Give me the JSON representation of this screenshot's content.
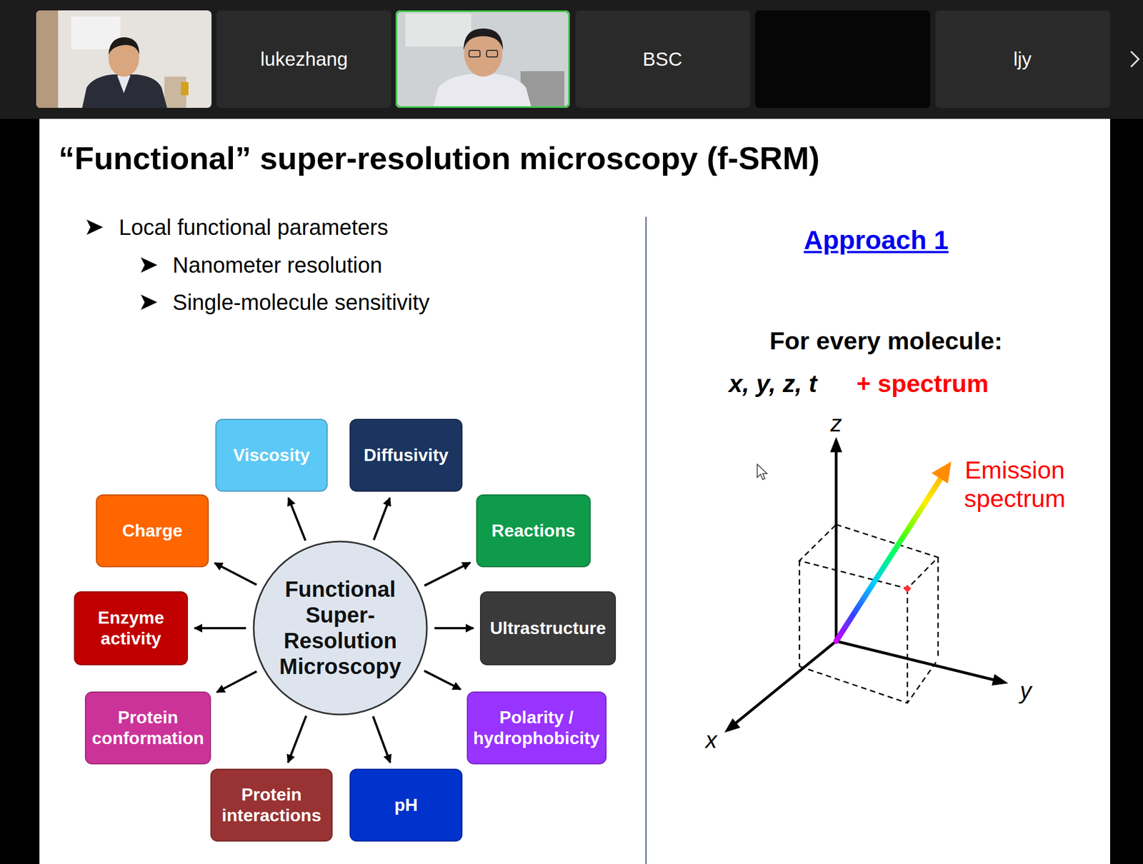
{
  "diagram": {
    "title": "“Functional” super-resolution microscopy (f-SRM)",
    "nodes": [
      {
        "text": [
          "Functional Super-Resolution Microscopy"
        ]
      },
      {
        "text": [
          "Viscosity"
        ]
      },
      {
        "text": [
          "Diffusivity"
        ]
      },
      {
        "text": [
          "Charge"
        ]
      },
      {
        "text": [
          "Reactions"
        ]
      },
      {
        "text": [
          "Enzyme activity"
        ]
      },
      {
        "text": [
          "Ultrastructure"
        ]
      },
      {
        "text": [
          "Protein conformation"
        ]
      },
      {
        "text": [
          "Polarity / hydrophobicity"
        ]
      },
      {
        "text": [
          "Protein interactions"
        ]
      },
      {
        "text": [
          "pH"
        ]
      }
    ],
    "edges": [
      {
        "from": 0,
        "to": 1,
        "arrow": "to"
      },
      {
        "from": 0,
        "to": 2,
        "arrow": "to"
      },
      {
        "from": 0,
        "to": 3,
        "arrow": "to"
      },
      {
        "from": 0,
        "to": 4,
        "arrow": "to"
      },
      {
        "from": 0,
        "to": 5,
        "arrow": "to"
      },
      {
        "from": 0,
        "to": 6,
        "arrow": "to"
      },
      {
        "from": 0,
        "to": 7,
        "arrow": "to"
      },
      {
        "from": 0,
        "to": 8,
        "arrow": "to"
      },
      {
        "from": 0,
        "to": 9,
        "arrow": "to"
      },
      {
        "from": 0,
        "to": 10,
        "arrow": "to"
      }
    ],
    "labels": [
      "lukezhang",
      "BSC",
      "ljy",
      "Local functional parameters",
      "Nanometer resolution",
      "Single-molecule sensitivity",
      "Approach 1",
      "For every molecule:",
      "x, y, z, t",
      "+ spectrum",
      "z",
      "y",
      "x",
      "Emission spectrum"
    ]
  }
}
